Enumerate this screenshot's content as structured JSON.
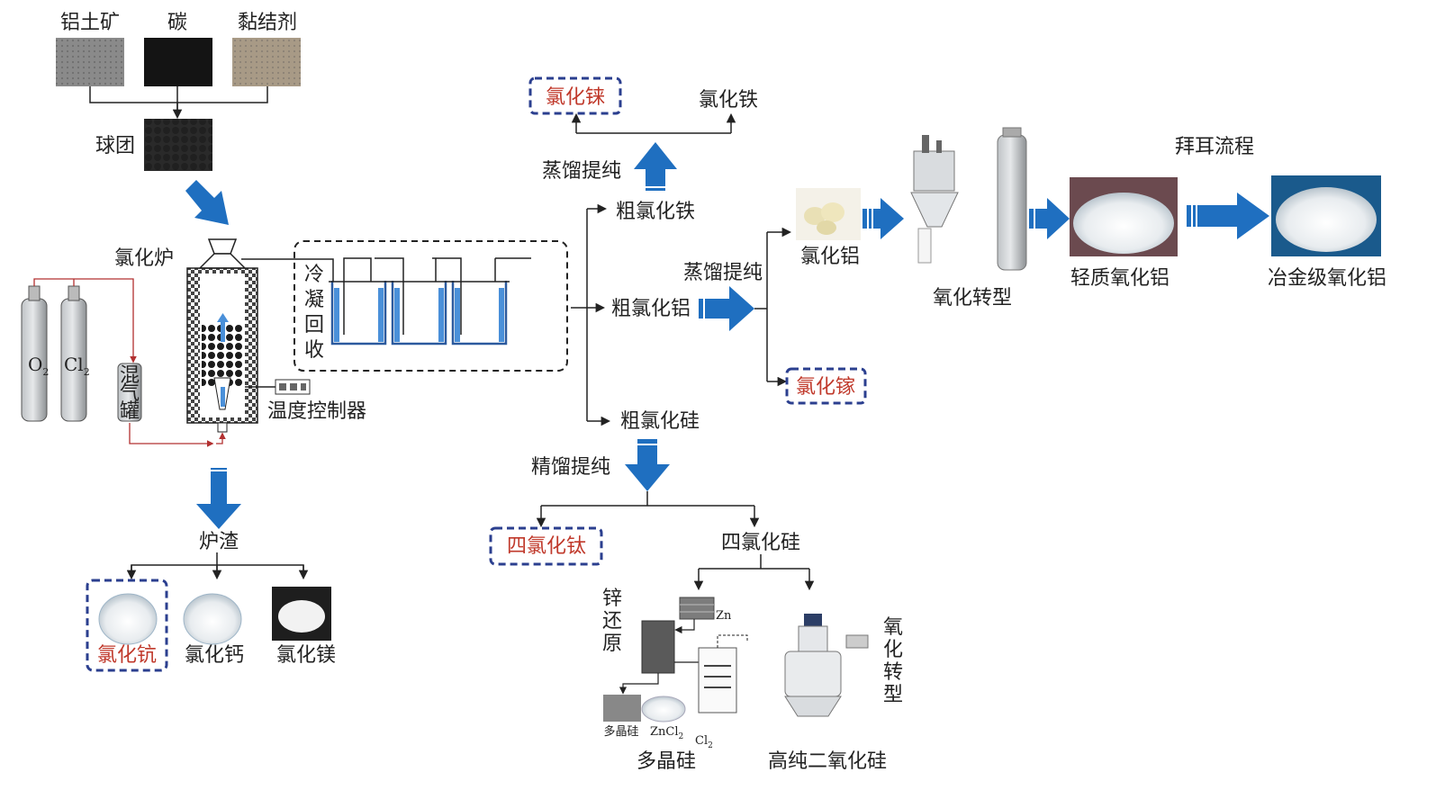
{
  "inputs": {
    "bauxite": "铝土矿",
    "carbon": "碳",
    "binder": "黏结剂",
    "pellet": "球团"
  },
  "furnace": {
    "title": "氯化炉",
    "o2_main": "O",
    "o2_sub": "2",
    "cl2_main": "Cl",
    "cl2_sub": "2",
    "mixer_chars": [
      "混",
      "气",
      "罐"
    ],
    "temp_controller": "温度控制器",
    "condense_chars": [
      "冷",
      "凝",
      "回",
      "收"
    ]
  },
  "slag": {
    "title": "炉渣",
    "scandium_chloride": "氯化钪",
    "calcium_chloride": "氯化钙",
    "magnesium_chloride": "氯化镁"
  },
  "iron_branch": {
    "crude": "粗氯化铁",
    "purify": "蒸馏提纯",
    "rhenium_chloride": "氯化铼",
    "iron_chloride": "氯化铁"
  },
  "aluminum_branch": {
    "crude": "粗氯化铝",
    "purify": "蒸馏提纯",
    "aluminum_chloride": "氯化铝",
    "gallium_chloride": "氯化镓",
    "oxidation": "氧化转型",
    "light_alumina": "轻质氧化铝",
    "bayer": "拜耳流程",
    "metallurgical_alumina": "冶金级氧化铝"
  },
  "silicon_branch": {
    "crude": "粗氯化硅",
    "rectify": "精馏提纯",
    "titanium_tetrachloride": "四氯化钛",
    "silicon_tetrachloride": "四氯化硅",
    "zinc_reduction_chars": [
      "锌",
      "还",
      "原"
    ],
    "zn": "Zn",
    "polysilicon_small": "多晶硅",
    "zncl2_main": "ZnCl",
    "zncl2_sub": "2",
    "cl2_main": "Cl",
    "cl2_sub": "2",
    "polysilicon": "多晶硅",
    "oxidation_chars": [
      "氧",
      "化",
      "转",
      "型"
    ],
    "high_purity_silica": "高纯二氧化硅"
  },
  "colors": {
    "arrow_blue": "#1f6fc0",
    "dash_navy": "#2b3f8f",
    "highlight_red": "#c0392b",
    "gas_line_red": "#b23030"
  }
}
